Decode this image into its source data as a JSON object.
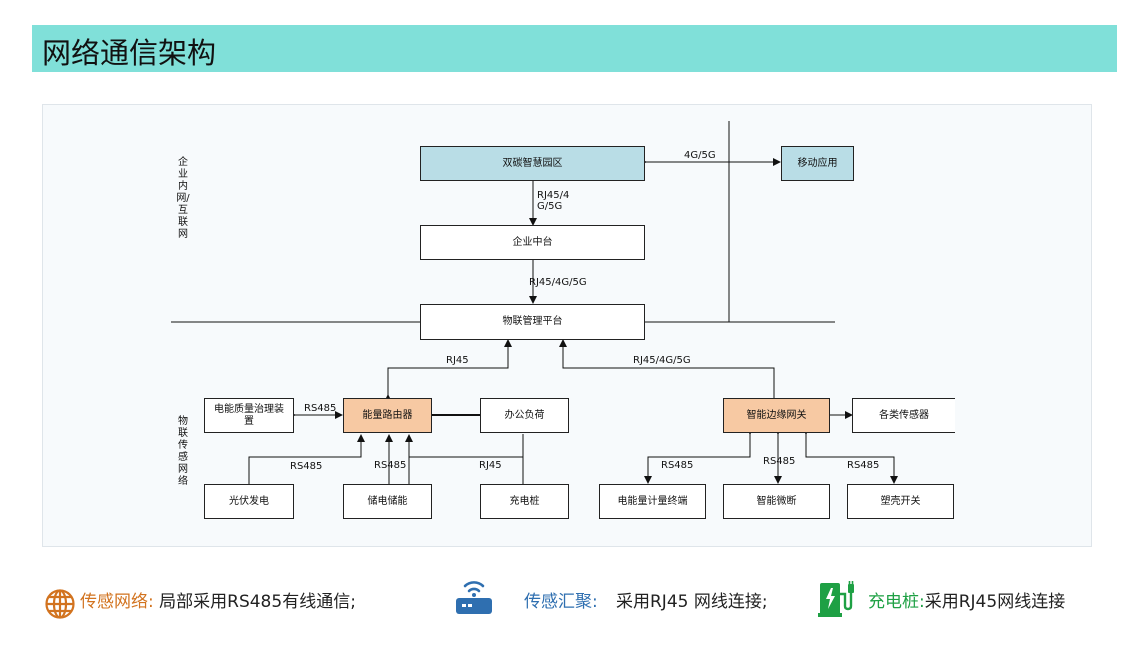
{
  "header": {
    "title": "网络通信架构"
  },
  "zones": {
    "upper": "企业内网/互联网",
    "lower": "物联传感网络"
  },
  "nodes": {
    "park": "双碳智慧园区",
    "mobile": "移动应用",
    "middle": "企业中台",
    "iot": "物联管理平台",
    "pq": "电能质量治理装置",
    "router": "能量路由器",
    "office": "办公负荷",
    "gateway": "智能边缘网关",
    "sensors": "各类传感器",
    "pv": "光伏发电",
    "storage": "储电储能",
    "charger": "充电桩",
    "meter": "电能量计量终端",
    "breaker": "智能微断",
    "switch": "塑壳开关"
  },
  "links": {
    "park_mobile": "4G/5G",
    "park_middle": "RJ45/4\nG/5G",
    "middle_iot": "RJ45/4G/5G",
    "iot_router": "RJ45",
    "iot_gateway": "RJ45/4G/5G",
    "pq_router": "RS485",
    "pv_router": "RS485",
    "storage_router": "RS485",
    "charger_router": "RJ45",
    "gw_meter": "RS485",
    "gw_breaker": "RS485",
    "gw_switch": "RS485"
  },
  "legend": [
    {
      "key": "传感网络",
      "sep": ":",
      "desc": "局部采用RS485有线通信;",
      "icon": "globe-icon",
      "color": "#d2731f"
    },
    {
      "key": "传感汇聚",
      "sep": ":",
      "desc": "采用RJ45  网线连接;",
      "icon": "router-icon",
      "color": "#2f6fb0"
    },
    {
      "key": "充电桩",
      "sep": ":",
      "desc": "采用RJ45网线连接",
      "icon": "charging-station-icon",
      "color": "#1ea044"
    }
  ],
  "colors": {
    "title_bar": "#80e0d9",
    "cloud_node": "#b9dde6",
    "hub_node": "#f7c9a3"
  }
}
